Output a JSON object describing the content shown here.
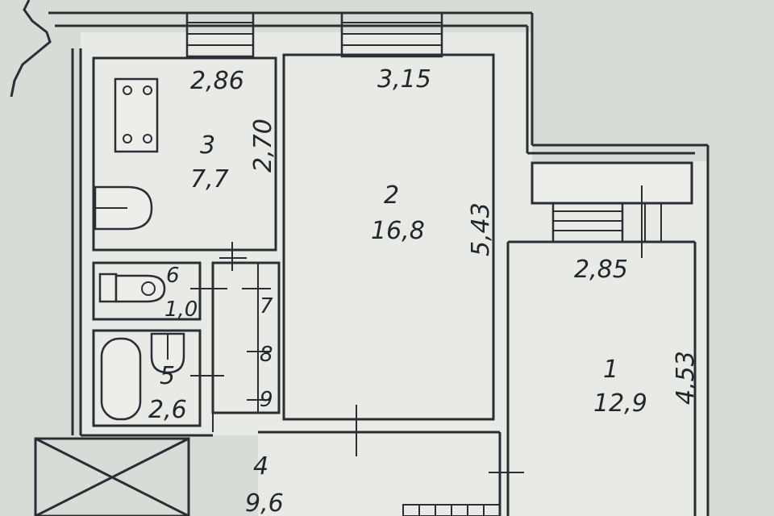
{
  "plan": {
    "rooms": [
      {
        "number": "1",
        "area": "12,9",
        "dimensions": [
          "2,85",
          "4,53"
        ]
      },
      {
        "number": "2",
        "area": "16,8",
        "dimensions": [
          "3,15",
          "5,43"
        ]
      },
      {
        "number": "3",
        "area": "7,7",
        "dimensions": [
          "2,86",
          "2,70"
        ]
      },
      {
        "number": "4",
        "area": "9,6"
      },
      {
        "number": "5",
        "area": "2,6"
      },
      {
        "number": "6",
        "area": "1,0"
      },
      {
        "number": "7"
      },
      {
        "number": "8"
      },
      {
        "number": "9"
      }
    ]
  },
  "colors": {
    "background": "#d8dcd6",
    "ink": "#2b2f35",
    "room": "#e7eae5"
  }
}
